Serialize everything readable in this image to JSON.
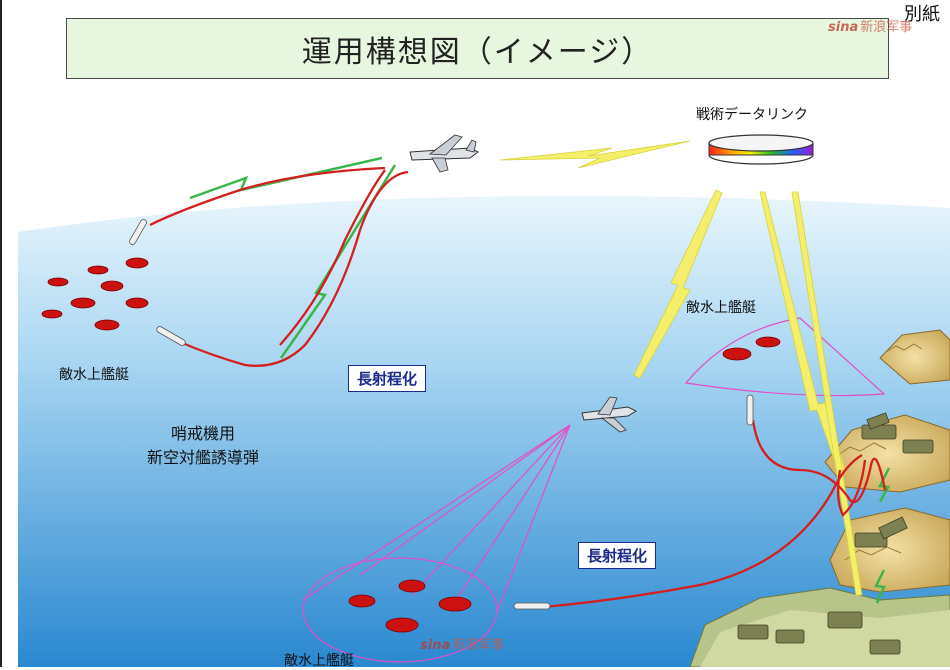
{
  "title": "運用構想図（イメージ）",
  "corner_tag": "別紙",
  "watermark": {
    "brand": "sina",
    "text": "新浪军事"
  },
  "labels": {
    "datalink": "戦術データリンク",
    "enemy_ships": "敵水上艦艇",
    "missile_line1": "哨戒機用",
    "missile_line2": "新空対艦誘導弾",
    "extended_range": "長射程化"
  },
  "colors": {
    "sea_top": "#e6f4fc",
    "sea_bottom": "#2a8fd4",
    "missile_path": "#d41f1f",
    "friendly_link": "#3ab54a",
    "datalink_beam": "#f5f07a",
    "sensor_cone": "#e24fc8",
    "enemy_ship": "#cc1111",
    "title_bg": "#e7f6de"
  }
}
